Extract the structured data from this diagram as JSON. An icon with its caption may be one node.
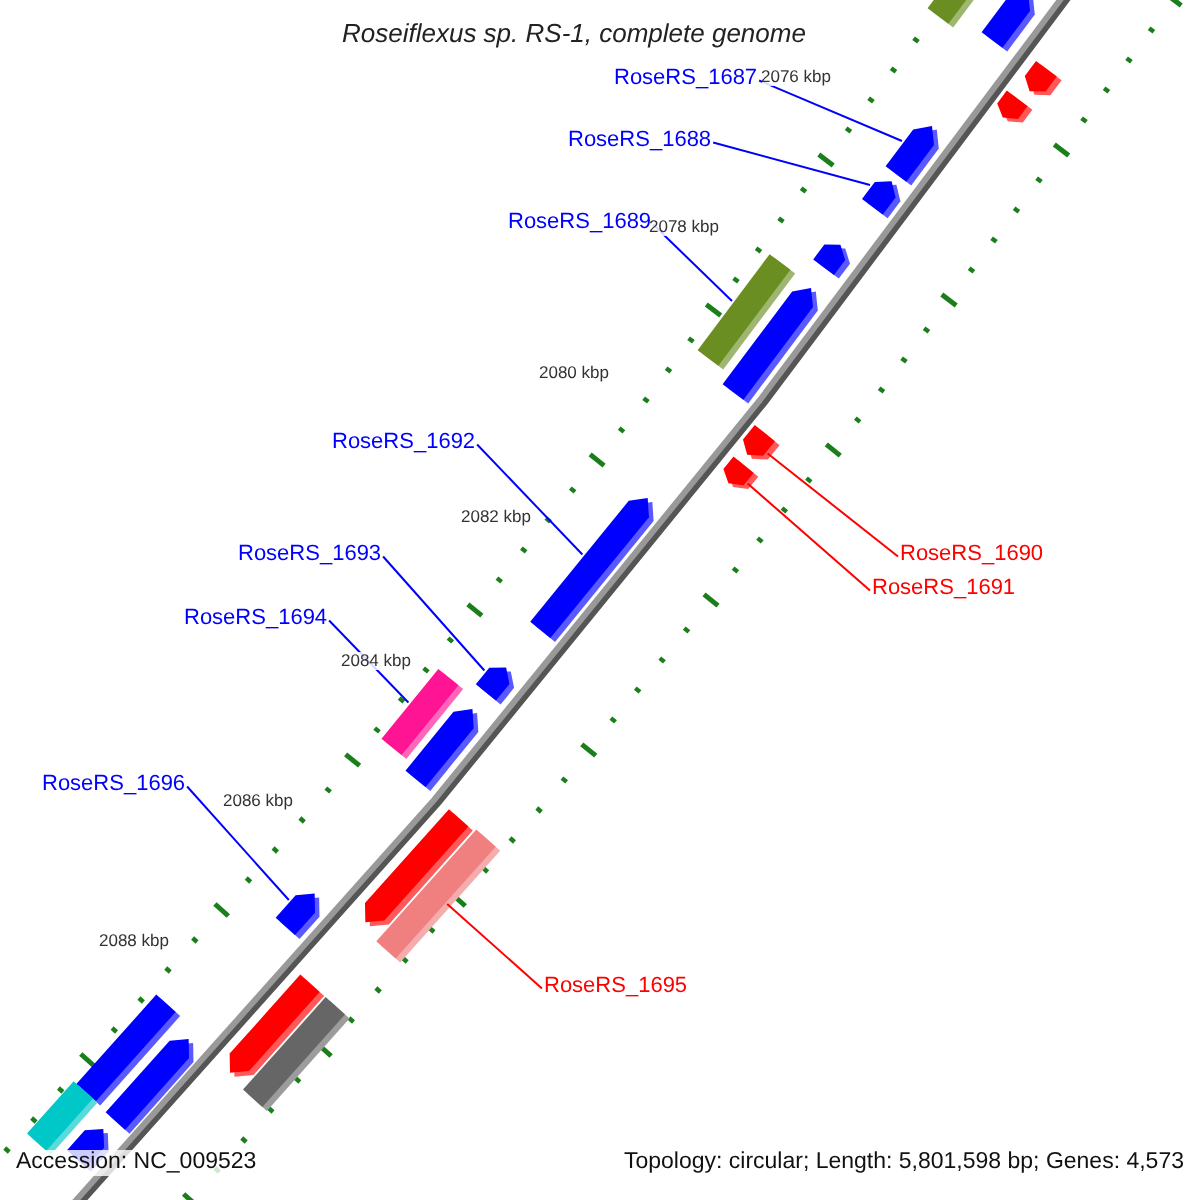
{
  "diagram": {
    "title": "Roseiflexus sp. RS-1, complete genome",
    "nodes": [
      {
        "text": [
          "RoseRS_1687"
        ]
      },
      {
        "text": [],
        "shape": "bar"
      },
      {
        "text": [
          "RoseRS_1688"
        ]
      },
      {
        "text": [],
        "shape": "bar"
      },
      {
        "text": [
          "RoseRS_1689"
        ]
      },
      {
        "text": [],
        "shape": "bar"
      },
      {
        "text": [
          "RoseRS_1690"
        ]
      },
      {
        "text": [],
        "shape": "bar"
      },
      {
        "text": [
          "RoseRS_1691"
        ]
      },
      {
        "text": [],
        "shape": "bar"
      },
      {
        "text": [
          "RoseRS_1692"
        ]
      },
      {
        "text": [],
        "shape": "bar"
      },
      {
        "text": [
          "RoseRS_1693"
        ]
      },
      {
        "text": [],
        "shape": "bar"
      },
      {
        "text": [
          "RoseRS_1694"
        ]
      },
      {
        "text": [],
        "shape": "bar"
      },
      {
        "text": [
          "RoseRS_1695"
        ]
      },
      {
        "text": [],
        "shape": "bar"
      },
      {
        "text": [
          "RoseRS_1696"
        ]
      },
      {
        "text": [],
        "shape": "bar"
      },
      {
        "text": [],
        "shape": "bar"
      },
      {
        "text": [],
        "shape": "bar"
      },
      {
        "text": [],
        "shape": "bar"
      },
      {
        "text": [],
        "shape": "bar"
      },
      {
        "text": [],
        "shape": "bar"
      },
      {
        "text": [],
        "shape": "bar"
      },
      {
        "text": [],
        "shape": "bar"
      },
      {
        "text": [],
        "shape": "bar"
      },
      {
        "text": [],
        "shape": "bar"
      },
      {
        "text": [],
        "shape": "bar"
      },
      {
        "text": [],
        "shape": "bar"
      },
      {
        "text": [],
        "shape": "bar"
      },
      {
        "text": [],
        "shape": "bar"
      },
      {
        "text": [],
        "shape": "bar"
      }
    ],
    "edges": [
      {
        "from": 0,
        "to": 1,
        "arrow": "none"
      },
      {
        "from": 2,
        "to": 3,
        "arrow": "none"
      },
      {
        "from": 4,
        "to": 5,
        "arrow": "none"
      },
      {
        "from": 6,
        "to": 7,
        "arrow": "none",
        "color": "#ff0000"
      },
      {
        "from": 8,
        "to": 9,
        "arrow": "none",
        "color": "#ff0000"
      },
      {
        "from": 10,
        "to": 11,
        "arrow": "none"
      },
      {
        "from": 12,
        "to": 13,
        "arrow": "none"
      },
      {
        "from": 14,
        "to": 15,
        "arrow": "none"
      },
      {
        "from": 16,
        "to": 17,
        "arrow": "none",
        "color": "#ff0000"
      },
      {
        "from": 18,
        "to": 19,
        "arrow": "none"
      }
    ],
    "labels": [
      "2076 kbp",
      "2078 kbp",
      "2080 kbp",
      "2082 kbp",
      "2084 kbp",
      "2086 kbp",
      "2088 kbp",
      "Accession: NC_009523",
      "Topology: circular; Length: 5,801,598 bp; Genes: 4,573"
    ]
  }
}
